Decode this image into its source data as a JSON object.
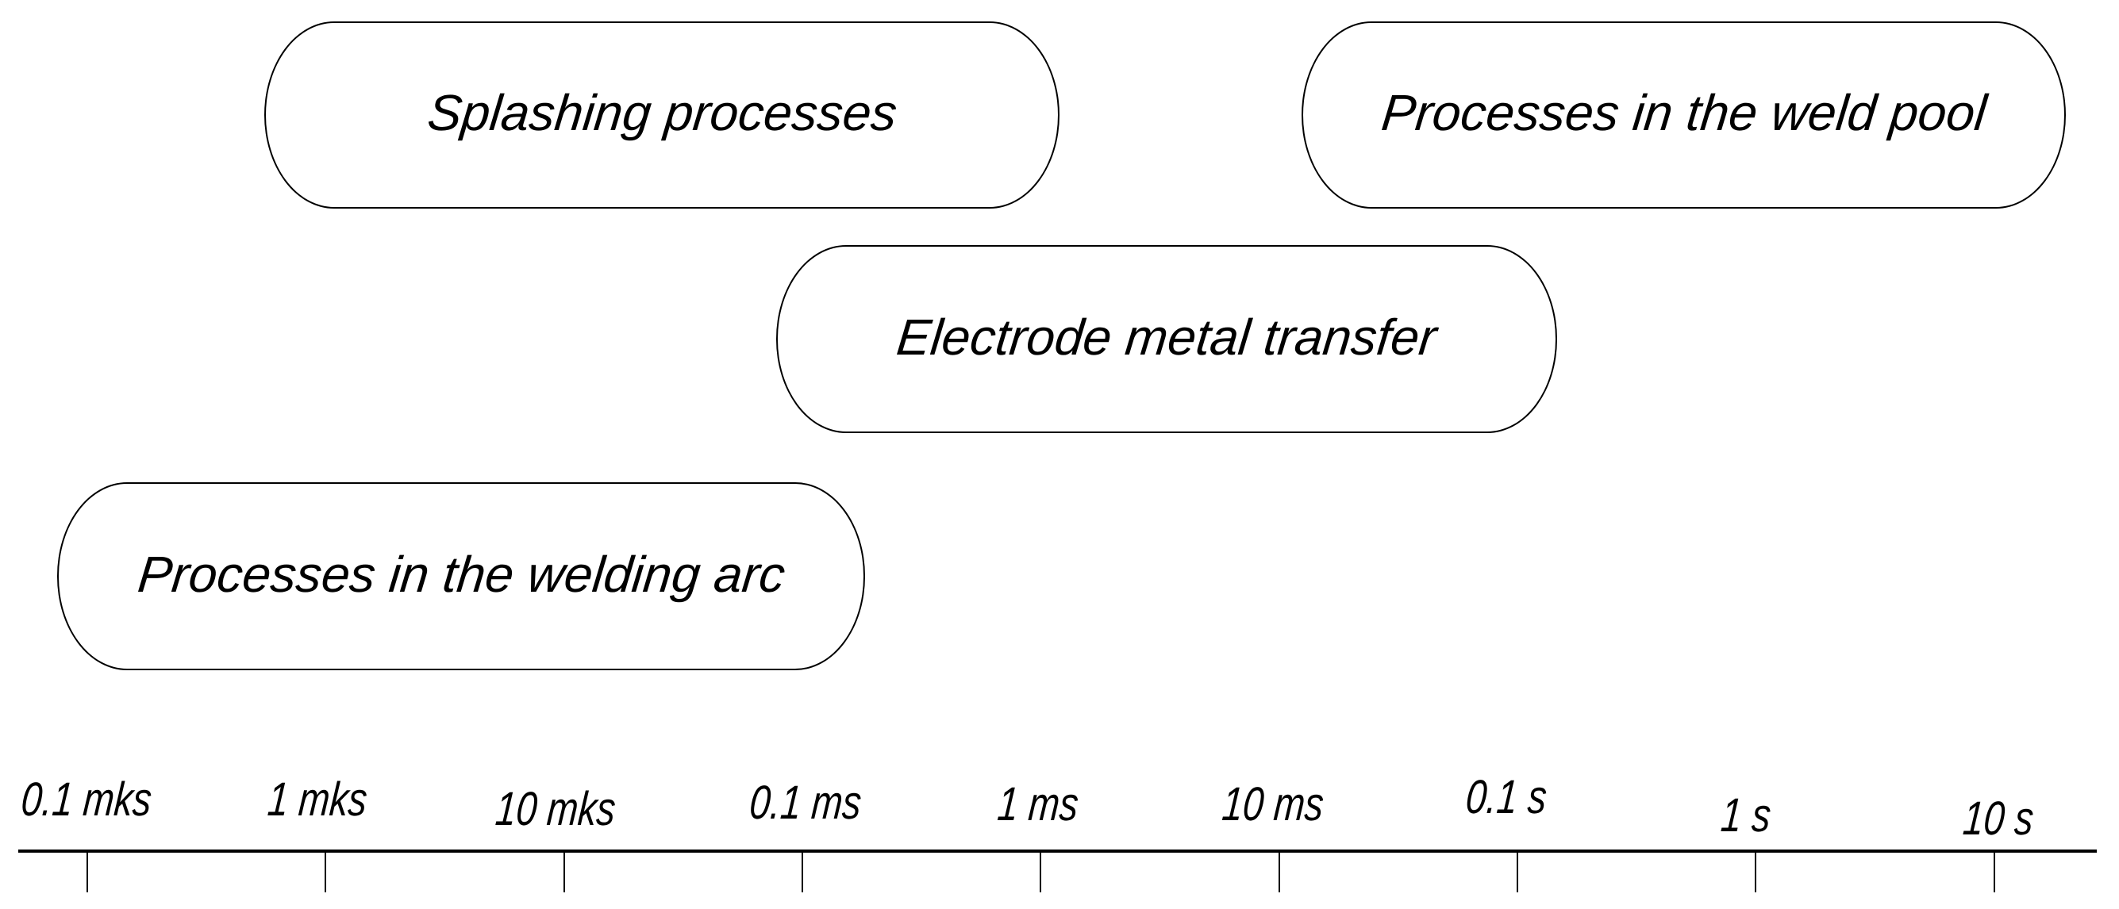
{
  "boxes": [
    {
      "label": "Splashing processes"
    },
    {
      "label": "Processes in the weld pool"
    },
    {
      "label": "Electrode metal transfer"
    },
    {
      "label": "Processes in the welding arc"
    }
  ],
  "timeline": {
    "tick_labels": [
      "0.1 mks",
      "1 mks",
      "10 mks",
      "0.1 ms",
      "1 ms",
      "10 ms",
      "0.1 s",
      "1 s",
      "10 s"
    ]
  },
  "colors": {
    "line": "#000000",
    "text": "#000000",
    "background": "#ffffff"
  }
}
